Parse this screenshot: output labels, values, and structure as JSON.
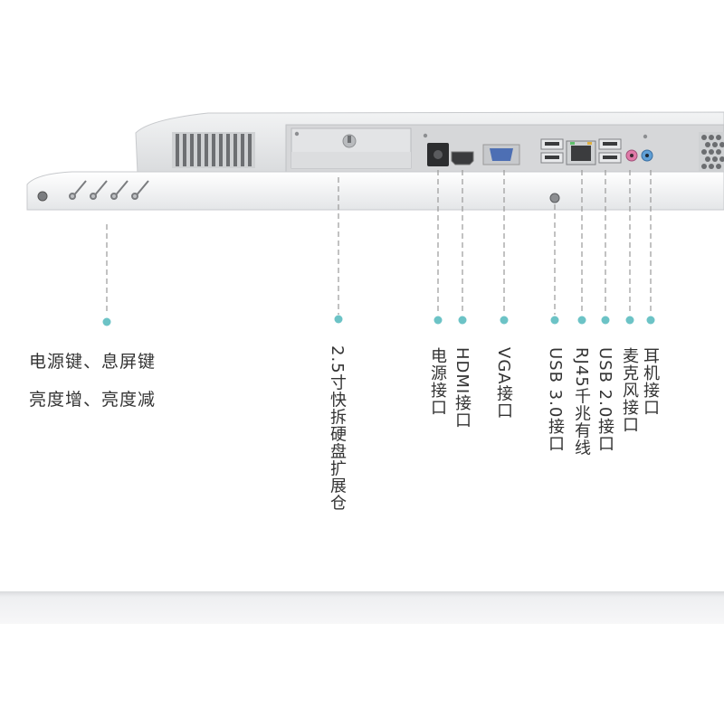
{
  "colors": {
    "callout_dot": "#6cc3c6",
    "leader_line": "#999999",
    "monitor_body": "#e9eaec",
    "monitor_edge": "#cfd1d4",
    "port_panel": "#dcdcdc",
    "label_text": "#333333"
  },
  "callouts": {
    "buttons": {
      "line1": "电源键、息屏键",
      "line2": "亮度增、亮度减"
    },
    "hdd_bay": "2.5寸快拆硬盘扩展仓",
    "power": "电源接口",
    "hdmi": "HDMI接口",
    "vga": "VGA接口",
    "usb3": "USB 3.0接口",
    "rj45": "RJ45千兆有线",
    "usb2": "USB 2.0接口",
    "mic": "麦克风接口",
    "headphone": "耳机接口"
  },
  "icons": [
    "side-button-icon",
    "lock-slot-icon",
    "dc-power-jack-icon",
    "hdmi-port-icon",
    "vga-port-icon",
    "usb3-port-icon",
    "rj45-port-icon",
    "usb2-port-icon",
    "mic-jack-icon",
    "headphone-jack-icon",
    "vent-grille-icon"
  ]
}
